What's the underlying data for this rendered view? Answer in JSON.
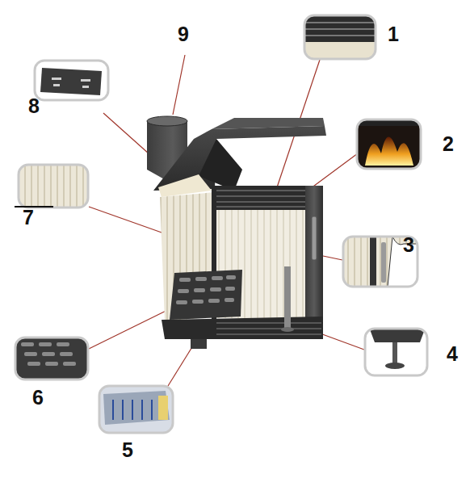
{
  "diagram": {
    "labels": [
      "9",
      "1",
      "8",
      "2",
      "7",
      "3",
      "4",
      "6",
      "5"
    ]
  }
}
